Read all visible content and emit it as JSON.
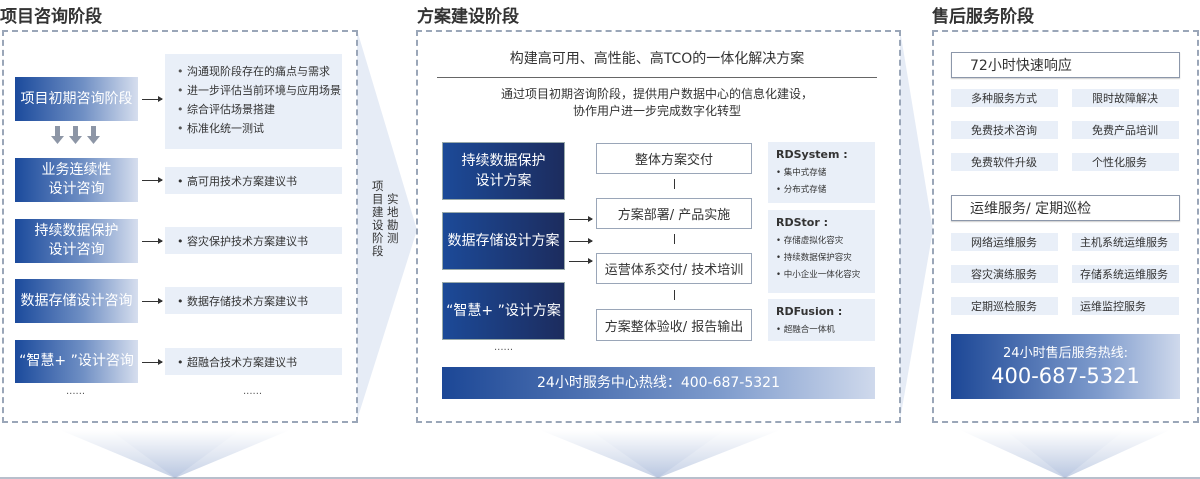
{
  "stages": {
    "consult": "项目咨询阶段",
    "build": "方案建设阶段",
    "service": "售后服务阶段"
  },
  "connector": {
    "col1": "项目建设阶段",
    "col2": "实地勘测"
  },
  "consult": {
    "items": [
      {
        "label": "项目初期咨询阶段",
        "details": [
          "沟通现阶段存在的痛点与需求",
          "进一步评估当前环境与应用场景",
          "综合评估场景搭建",
          "标准化统一测试"
        ]
      },
      {
        "label_l1": "业务连续性",
        "label_l2": "设计咨询",
        "detail": "高可用技术方案建议书"
      },
      {
        "label_l1": "持续数据保护",
        "label_l2": "设计咨询",
        "detail": "容灾保护技术方案建议书"
      },
      {
        "label": "数据存储设计咨询",
        "detail": "数据存储技术方案建议书"
      },
      {
        "label": "“智慧+ ”设计咨询",
        "detail": "超融合技术方案建议书"
      }
    ],
    "more_left": "......",
    "more_right": "......"
  },
  "build": {
    "headline": "构建高可用、高性能、高TCO的一体化解决方案",
    "desc_l1": "通过项目初期咨询阶段，提供用户数据中心的信息化建设，",
    "desc_l2": "协作用户进一步完成数字化转型",
    "solutions": [
      {
        "l1": "持续数据保护",
        "l2": "设计方案"
      },
      {
        "l1": "数据存储设计方案"
      },
      {
        "l1": "“智慧+ ”设计方案"
      }
    ],
    "more": "......",
    "flow": [
      "整体方案交付",
      "方案部署/ 产品实施",
      "运营体系交付/ 技术培训",
      "方案整体验收/ 报告输出"
    ],
    "products": [
      {
        "name": "RDSystem :",
        "items": [
          "集中式存储",
          "分布式存储"
        ]
      },
      {
        "name": "RDStor :",
        "items": [
          "存储虚拟化容灾",
          "持续数据保护容灾",
          "中小企业一体化容灾"
        ]
      },
      {
        "name": "RDFusion :",
        "items": [
          "超融合一体机"
        ]
      }
    ],
    "hotline": "24小时服务中心热线：400-687-5321"
  },
  "service": {
    "group1": {
      "title": "72小时快速响应",
      "items": [
        "多种服务方式",
        "限时故障解决",
        "免费技术咨询",
        "免费产品培训",
        "免费软件升级",
        "个性化服务"
      ]
    },
    "group2": {
      "title": "运维服务/ 定期巡检",
      "items": [
        "网络运维服务",
        "主机系统运维服务",
        "容灾演练服务",
        "存储系统运维服务",
        "定期巡检服务",
        "运维监控服务"
      ]
    },
    "hotline_label": "24小时售后服务热线:",
    "hotline_number": "400-687-5321"
  }
}
